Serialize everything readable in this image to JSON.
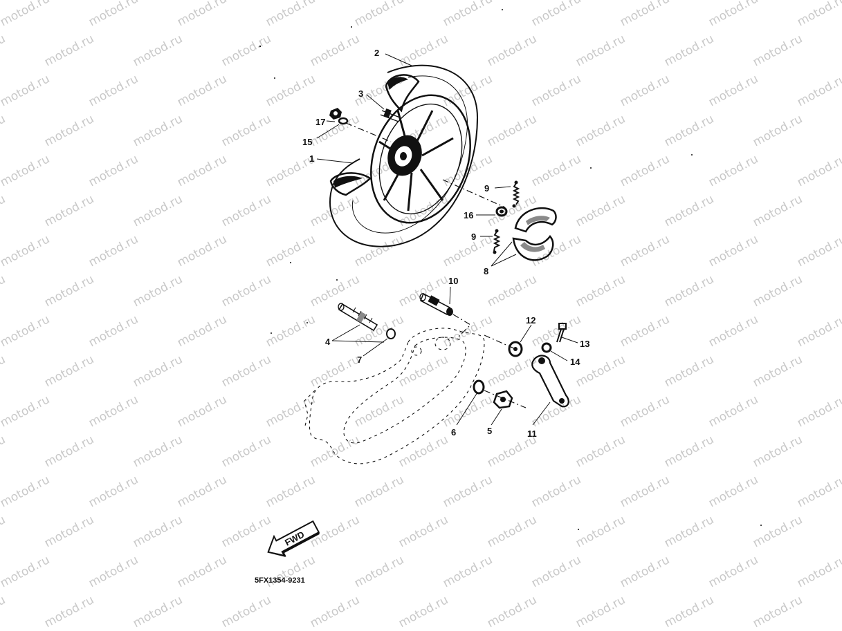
{
  "watermark": "motod.ru",
  "diagram_code": "5FX1354-9231",
  "fwd_label": "FWD",
  "callouts": {
    "c1": "1",
    "c2": "2",
    "c3": "3",
    "c4": "4",
    "c5": "5",
    "c6": "6",
    "c7": "7",
    "c8": "8",
    "c9a": "9",
    "c9b": "9",
    "c10": "10",
    "c11": "11",
    "c12": "12",
    "c13": "13",
    "c14": "14",
    "c15": "15",
    "c16": "16",
    "c17": "17"
  },
  "colors": {
    "ink": "#111111",
    "watermark": "#c9c9c9",
    "background": "#ffffff"
  }
}
